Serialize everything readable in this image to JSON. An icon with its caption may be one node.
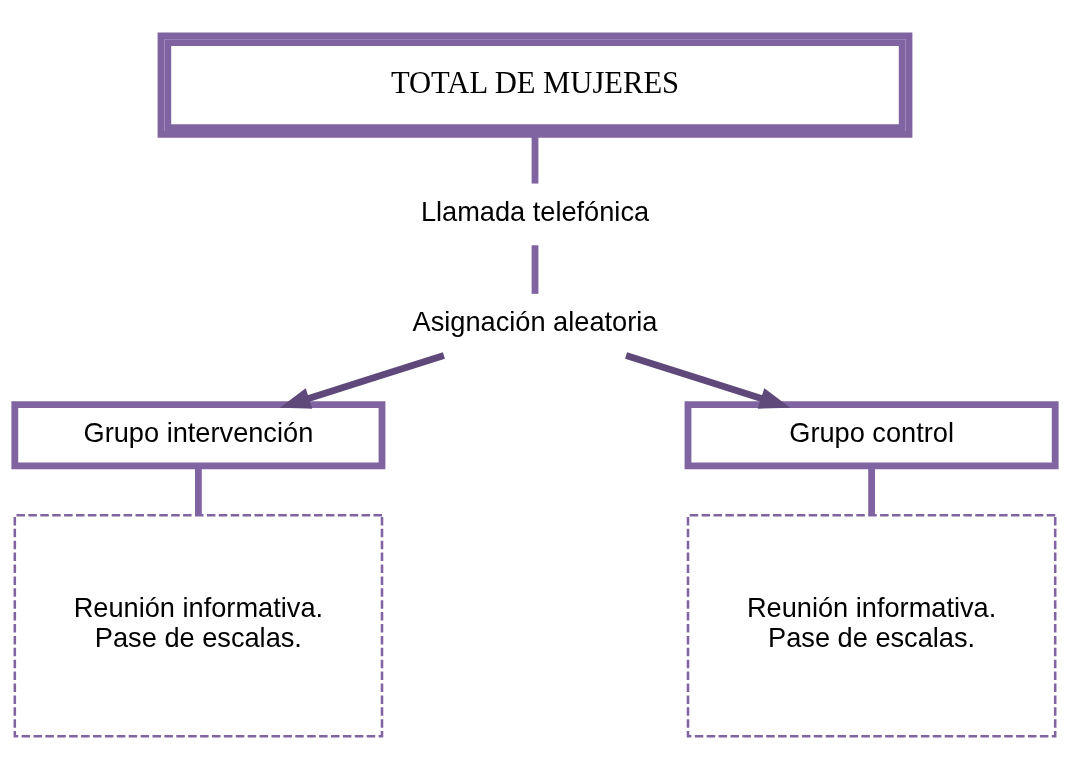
{
  "diagram": {
    "nodes": [
      {
        "text": [
          "TOTAL DE MUJERES"
        ]
      },
      {
        "text": [
          "Llamada telefónica"
        ]
      },
      {
        "text": [
          "Asignación aleatoria"
        ]
      },
      {
        "text": [
          "Grupo intervención"
        ]
      },
      {
        "text": [
          "Grupo control"
        ]
      },
      {
        "text": [
          "Reunión informativa.",
          "Pase de escalas."
        ]
      },
      {
        "text": [
          "Reunión informativa.",
          "Pase de escalas."
        ]
      }
    ],
    "edges": [
      {
        "from": 0,
        "to": 1,
        "arrow": "none"
      },
      {
        "from": 1,
        "to": 2,
        "arrow": "none"
      },
      {
        "from": 2,
        "to": 3,
        "arrow": "to",
        "color": "#5f497a"
      },
      {
        "from": 2,
        "to": 4,
        "arrow": "to",
        "color": "#5f497a"
      },
      {
        "from": 3,
        "to": 5,
        "arrow": "none"
      },
      {
        "from": 4,
        "to": 6,
        "arrow": "none"
      }
    ]
  }
}
